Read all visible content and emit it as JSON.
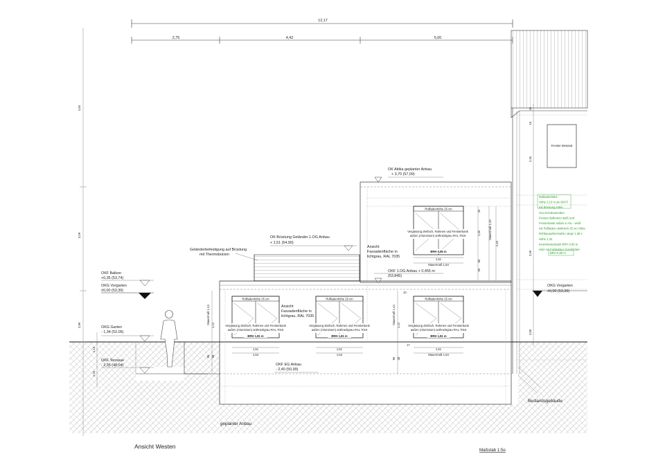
{
  "dims_top": {
    "total": "12,17",
    "d1": "2,75",
    "d2": "4,42",
    "d3": "5,00"
  },
  "dims_left": {
    "v1": "4,84",
    "v2": "3,09",
    "v3": "2,89",
    "v4": "1,10",
    "v5": "1,25"
  },
  "levels": {
    "ok_attika_l1": "OK Attika geplanter Anbau",
    "ok_attika_l2": "+ 3,70  (57,09)",
    "ok_bruestung_l1": "OK Brüstung Geländer 1.OG Anbau",
    "ok_bruestung_l2": "+ 1,51   (54,90)",
    "okf_balkon_l1": "OKF Balkon",
    "okf_balkon_l2": "+0,35  (53,74)",
    "okg_vorgarten_left_l1": "OKG Vorgarten",
    "okg_vorgarten_left_l2": "±0,00  (53,39)",
    "okf_1og_l1": "OKF 1.OG Anbau  + 0,455 m",
    "okf_1og_l2": "(53,845)",
    "okg_vorgarten_right_l1": "OKG Vorgarten",
    "okg_vorgarten_right_l2": "±0,00  (53,39)",
    "okg_garten_l1": "OKG Garten",
    "okg_garten_l2": "- 1,34  (52,05)",
    "okf_terrasse_l1": "OKF Terrasse",
    "okf_terrasse_l2": "- 2,35  (48,04)",
    "okf_eg_l1": "OKF EG Anbau",
    "okf_eg_l2": "- 2,40  (50,99)"
  },
  "notes": {
    "gelaender_l1": "Geländerbefestigung auf Brüstung",
    "gelaender_l2": "mit Thermobolzen",
    "fassade_upper_l1": "Ansicht",
    "fassade_upper_l2": "Fassadenfläche in",
    "fassade_upper_l3": "lichtgrau, RAL 7035",
    "fassade_lower_l1": "Ansicht",
    "fassade_lower_l2": "Fassadenfläche in",
    "fassade_lower_l3": "lichtgrau, RAL 7035",
    "fenster_bestand": "Fenster Bestand",
    "geplanter_anbau": "geplanter Anbau",
    "bestandsgebaeude": "Bestandsgebäude"
  },
  "green_notes": [
    "Rollladenhöhe",
    "Höhe 2,10 m ab OKFF",
    "mit Brüstung Höhe",
    "neu einzubauendes",
    "Fenster Balkonen weiß und",
    "Fensterbank außen in Alu - weiß",
    "mit Rollladen elektrisch 25 cm Höhe",
    "Rohbauaußenmaße Länge 1,48 x",
    "Höhe 1,32",
    "Innenfensterbank  BRH 0,80 m",
    "Holz mit Fußleisten CHARISMA",
    "BRH 0,80 m"
  ],
  "windows": {
    "upper": {
      "roll": "Rollladenhöhe 25 cm",
      "spec_l1": "Verglasung dreifach, Rahmen und Fensterbank",
      "spec_l2": "außen (Aluminium) anthrazitgrau RAL 7016",
      "brh": "BRH 0,85 m",
      "width": "1,51",
      "mauer": "Mauermaß 1,54",
      "side_a": "1,30",
      "side_b": "Mauermaß 1,32",
      "side_c": "2,40",
      "top": "25",
      "bot1": "80",
      "bot2": "60"
    },
    "lower_left_1": {
      "roll": "Rollladenhöhe 25 cm",
      "spec_l1": "Verglasung dreifach, Rahmen und Fensterbank",
      "spec_l2": "außen (Aluminium) anthrazitgrau RAL 7016",
      "brh": "BRH 1,81 m",
      "width": "1,51",
      "mauer": "1,54"
    },
    "lower_left_2": {
      "roll": "Rollladenhöhe 25 cm",
      "spec_l1": "Verglasung dreifach, Rahmen und Fensterbank",
      "spec_l2": "außen (Aluminium) anthrazitgrau RAL 7016",
      "brh": "BRH 1,81 m",
      "width": "1,51",
      "mauer": "1,54"
    },
    "lower_right": {
      "roll": "Rollladenhöhe 25 cm",
      "spec_l1": "Verglasung dreifach, Rahmen und Fensterbank",
      "spec_l2": "außen (Aluminium) anthrazitgrau RAL 7016",
      "brh": "BRH 1,81 m",
      "width": "1,51",
      "mauer": "Mauermaß 1,54"
    },
    "lower_side": "Mauermaß 1,44",
    "lower_side_r": "Mauermaß 1,44",
    "small_a": "1,12",
    "small_b": "96",
    "small_c": "38",
    "small_d": "17",
    "small_e": "10"
  },
  "right_dims": {
    "r1": "2,46",
    "r2": "2,59",
    "r3": "2,89",
    "r4": "16",
    "r5": "46"
  },
  "footer": {
    "title": "Ansicht Westen",
    "scale": "Maßstab 1:5o"
  }
}
